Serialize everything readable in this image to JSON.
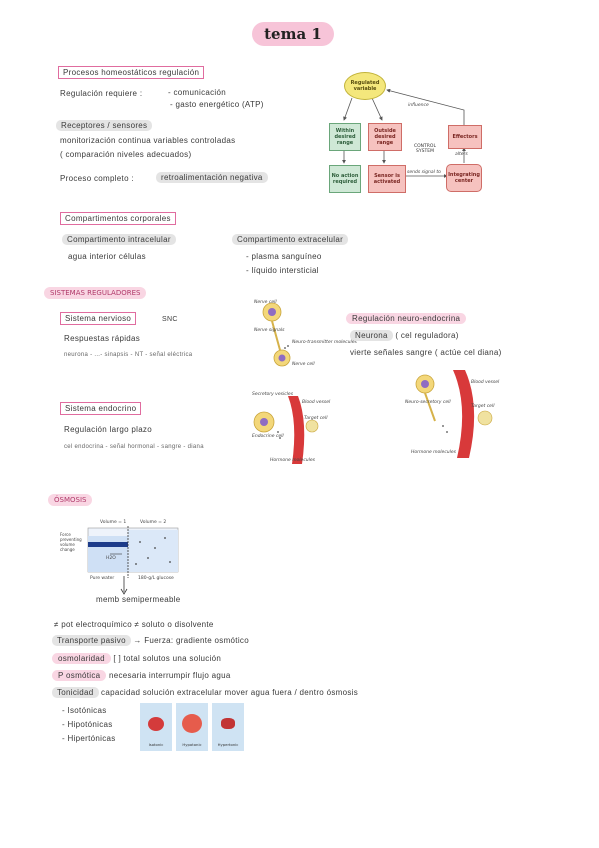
{
  "title": "tema 1",
  "sec1": {
    "heading": "Procesos homeostáticos regulación",
    "regulacion_label": "Regulación requiere :",
    "req_1": "- comunicación",
    "req_2": "- gasto energético (ATP)",
    "receptores": "Receptores / sensores",
    "monitor_1": "monitorización continua variables controladas",
    "monitor_2": "( comparación niveles adecuados)",
    "proceso_label": "Proceso completo :",
    "proceso_val": "retroalimentación negativa"
  },
  "control_diagram": {
    "regulated": "Regulated variable",
    "within": "Within desired range",
    "outside": "Outside desired range",
    "effectors": "Effectors",
    "control_system": "CONTROL SYSTEM",
    "no_action": "No action required",
    "sensor": "Sensor is activated",
    "sends": "sends signal to",
    "integrating": "Integrating center",
    "influence": "influence",
    "alters": "alters"
  },
  "sec2": {
    "heading": "Compartimentos corporales",
    "intra": "Compartimento intracelular",
    "intra_desc": "agua interior células",
    "extra": "Compartimento extracelular",
    "extra_1": "- plasma sanguíneo",
    "extra_2": "- líquido intersticial"
  },
  "sec3": {
    "heading": "SISTEMAS REGULADORES",
    "nervioso": "Sistema nervioso",
    "snc": "SNC",
    "resp": "Respuestas rápidas",
    "neuro_chain": "neurona - ...- sinapsis - NT - señal eléctrica",
    "endocrino": "Sistema endocrino",
    "reg_largo": "Regulación largo plazo",
    "endo_chain": "cel endocrina - señal hormonal - sangre - diana",
    "neuroendo": "Regulación neuro-endocrina",
    "neuronas": "Neurona",
    "neuronas_rest": "( cel reguladora)",
    "vierte": "vierte señales sangre",
    "vierte_rest": "( actúe cel diana)",
    "fig_nerve": {
      "cell": "Nerve cell",
      "signals": "Nerve signals",
      "nt": "Neuro-transmitter molecules",
      "target": "Nerve cell"
    },
    "fig_endo": {
      "secretory": "Secretory vesicles",
      "endocrine": "Endocrine cell",
      "blood": "Blood vessel",
      "target": "Target cell",
      "hormone": "Hormone molecules"
    },
    "fig_neuro": {
      "neuro": "Neuro-secretory cell",
      "blood": "Blood vessel",
      "target": "Target cell",
      "hormone": "Hormone molecules"
    }
  },
  "sec4": {
    "heading": "ÓSMOSIS",
    "vol1": "Volume = 1",
    "vol2": "Volume = 2",
    "force": "Force preventing volume change",
    "h2o": "H2O",
    "pure": "Pure water",
    "glucose": "180-g/L glucose",
    "memb": "memb semipermeable",
    "line1": "≠ pot electroquímico ≠ soluto o disolvente",
    "transporte": "Transporte pasivo",
    "transporte_rest": "Fuerza: gradiente osmótico",
    "osmolaridad": "osmolaridad",
    "osmolaridad_rest": "[ ] total solutos una solución",
    "posm": "P osmótica",
    "posm_rest": "necesaria interrumpir flujo agua",
    "tonicidad": "Tonicidad",
    "tonicidad_rest": "capacidad solución extracelular mover agua fuera / dentro ósmosis",
    "t1": "- Isotónicas",
    "t2": "- Hipotónicas",
    "t3": "- Hipertónicas",
    "cell_labels": [
      "Isotonic",
      "Hypotonic",
      "Hypertonic"
    ]
  }
}
